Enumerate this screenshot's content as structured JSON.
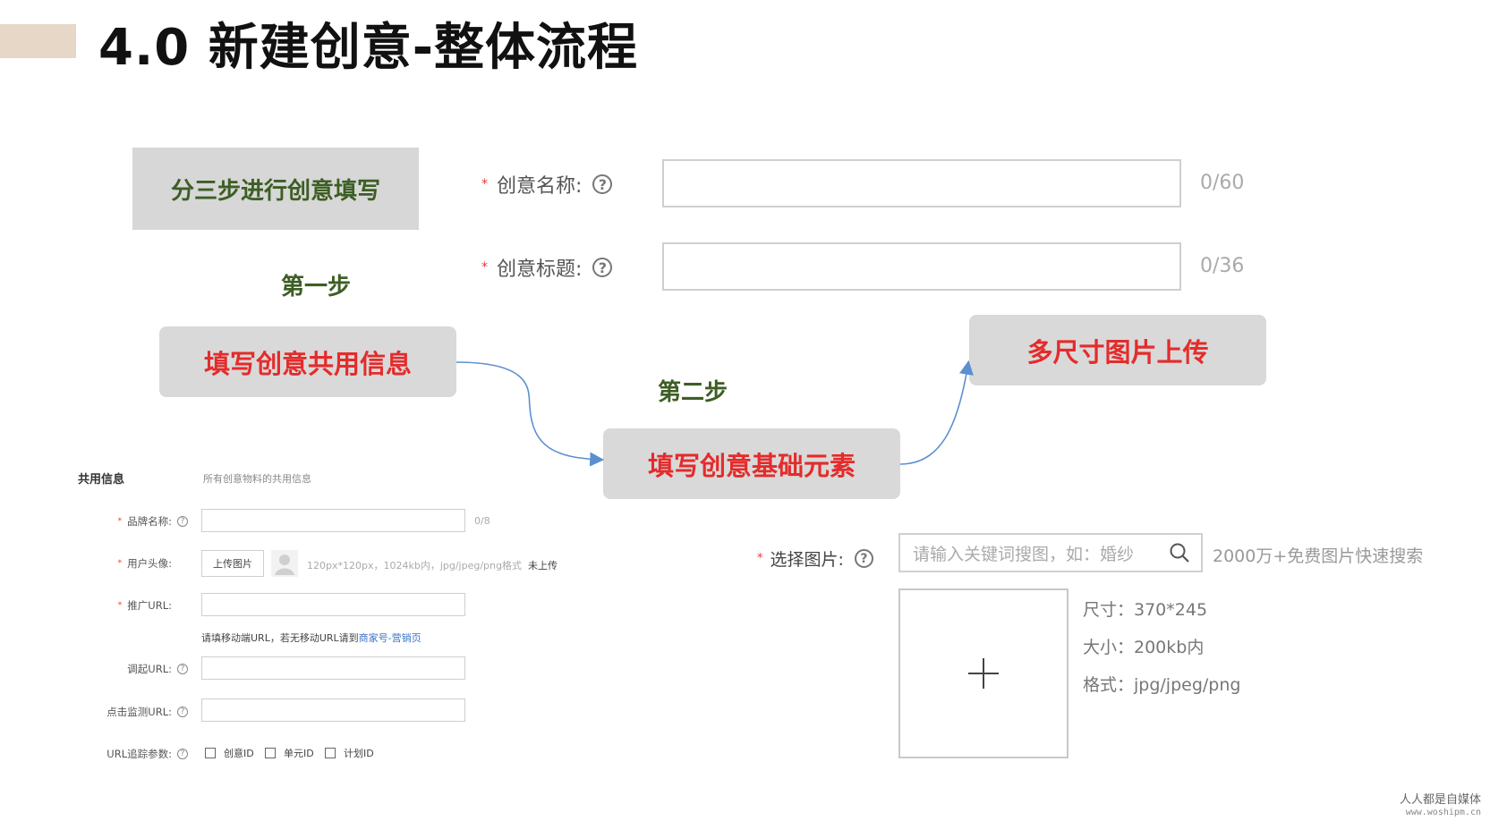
{
  "header": {
    "title": "4.0 新建创意-整体流程"
  },
  "intro": {
    "label": "分三步进行创意填写"
  },
  "steps": {
    "step1_label": "第一步",
    "step2_label": "第二步",
    "box1": "填写创意共用信息",
    "box2": "填写创意基础元素",
    "box3": "多尺寸图片上传"
  },
  "creative_form": {
    "name_label": "创意名称:",
    "name_counter": "0/60",
    "title_label": "创意标题:",
    "title_counter": "0/36"
  },
  "shared_form": {
    "heading": "共用信息",
    "description": "所有创意物料的共用信息",
    "brand_label": "品牌名称:",
    "brand_counter": "0/8",
    "avatar_label": "用户头像:",
    "upload_button": "上传图片",
    "avatar_hint": "120px*120px，1024kb内，jpg/jpeg/png格式",
    "avatar_status": "未上传",
    "promo_url_label": "推广URL:",
    "promo_url_note": "请填移动端URL，若无移动URL请到",
    "promo_url_link": "商家号-营销页",
    "callup_url_label": "调起URL:",
    "click_monitor_label": "点击监测URL:",
    "tracking_label": "URL追踪参数:",
    "checkboxes": [
      "创意ID",
      "单元ID",
      "计划ID"
    ]
  },
  "image_upload": {
    "label": "选择图片:",
    "search_placeholder": "请输入关键词搜图，如：婚纱",
    "search_hint": "2000万+免费图片快速搜索",
    "size": "尺寸：370*245",
    "filesize": "大小：200kb内",
    "format": "格式：jpg/jpeg/png"
  },
  "footer": {
    "brand": "人人都是自媒体",
    "url": "www.woshipm.cn"
  },
  "colors": {
    "accent_red": "#e52b2b",
    "step_green": "#3d5e24",
    "link_blue": "#3b74c4",
    "title_bar": "#e7d7c7"
  }
}
